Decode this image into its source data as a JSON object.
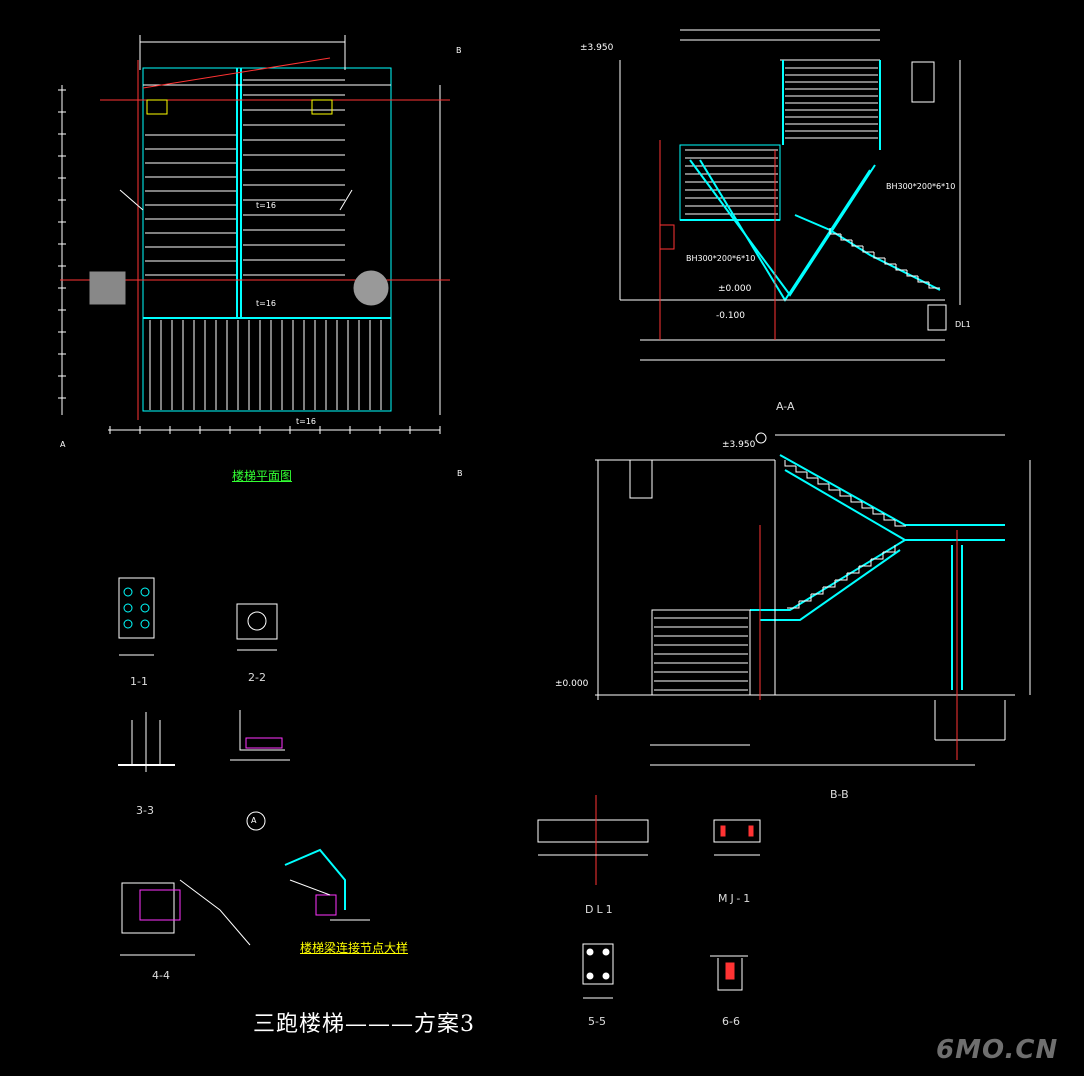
{
  "drawing": {
    "main_title": "三跑楼梯———方案3",
    "watermark": "6MO.CN"
  },
  "views": {
    "plan": "楼梯平面图",
    "section_aa": "A-A",
    "section_bb": "B-B",
    "sec_1_1": "1-1",
    "sec_2_2": "2-2",
    "sec_3_3": "3-3",
    "sec_4_4": "4-4",
    "sec_5_5": "5-5",
    "sec_6_6": "6-6",
    "node_detail": "楼梯梁连接节点大样",
    "dl1": "DL1",
    "mj1": "MJ-1"
  },
  "levels": {
    "top": "±3.950",
    "zero": "±0.000",
    "minus": "-0.100"
  },
  "tags": {
    "beam": "BH300*200*6*10",
    "plate": "t=16",
    "dl1_small": "DL1",
    "detail_a": "A",
    "axis_b": "B",
    "axis_a": "A"
  },
  "colors": {
    "white": "#ffffff",
    "cyan": "#00ffff",
    "green": "#33ff33",
    "yellow": "#ffff00",
    "red": "#ff3333",
    "magenta": "#ff33ff",
    "gray": "#888888"
  }
}
